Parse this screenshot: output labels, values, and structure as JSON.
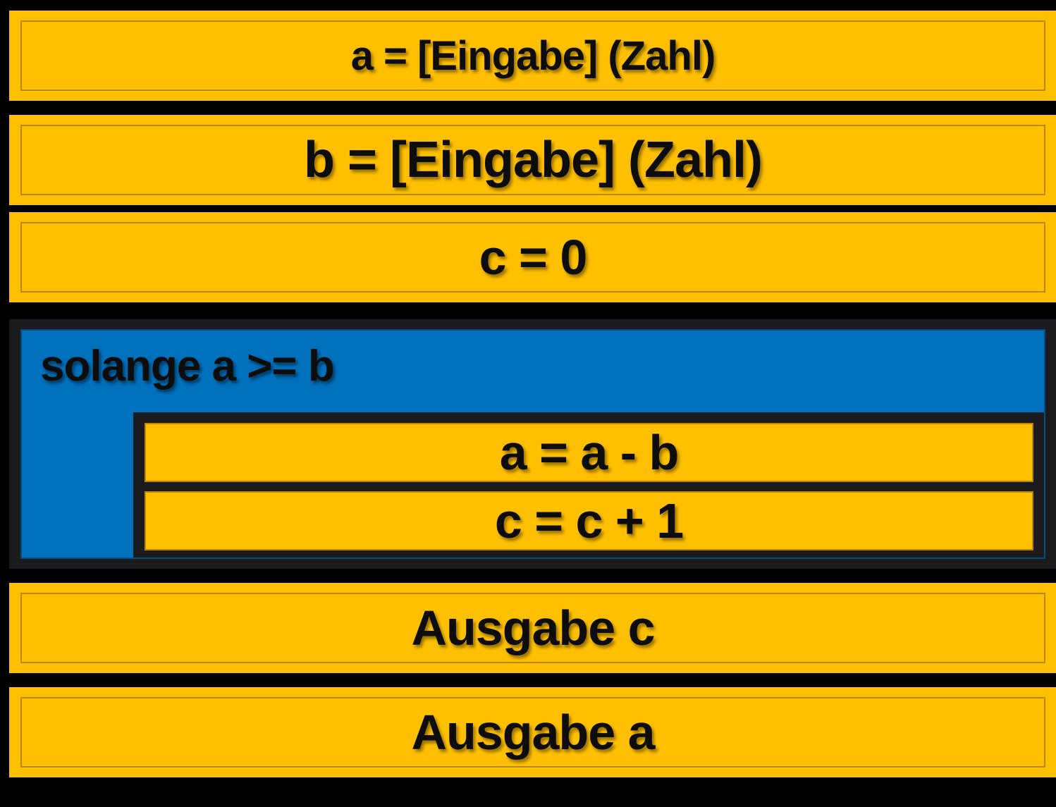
{
  "colors": {
    "background": "#000000",
    "frame": "#1b1b1d",
    "statement": "#ffc002",
    "loop": "#0071bd",
    "text": "#0d0d0d"
  },
  "diagram": {
    "statements": {
      "input_a": "a = [Eingabe] (Zahl)",
      "input_b": "b = [Eingabe] (Zahl)",
      "init_c": "c = 0",
      "loop_condition": "solange a >= b",
      "loop_body_1": "a = a - b",
      "loop_body_2": "c = c + 1",
      "output_c": "Ausgabe c",
      "output_a": "Ausgabe a"
    }
  }
}
